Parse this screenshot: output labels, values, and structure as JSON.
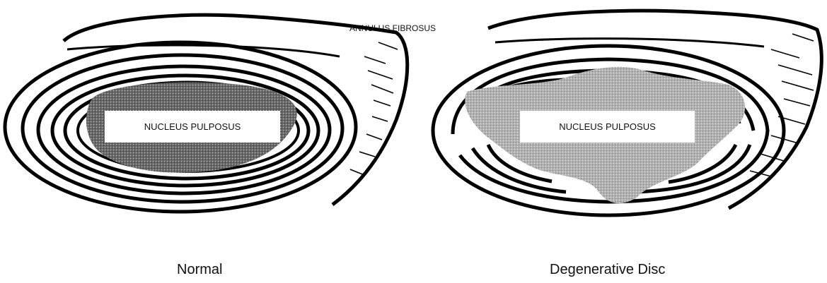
{
  "labels": {
    "annulus": "ANNULUS FIBROSUS",
    "nucleus_normal": "NUCLEUS PULPOSUS",
    "nucleus_degenerative": "NUCLEUS PULPOSUS"
  },
  "captions": {
    "normal": "Normal",
    "degenerative": "Degenerative Disc"
  },
  "colors": {
    "line": "#000000",
    "nucleus_normal_fill": "#5c5c5c",
    "nucleus_degenerative_fill": "#a8a8a8",
    "background": "#ffffff"
  }
}
